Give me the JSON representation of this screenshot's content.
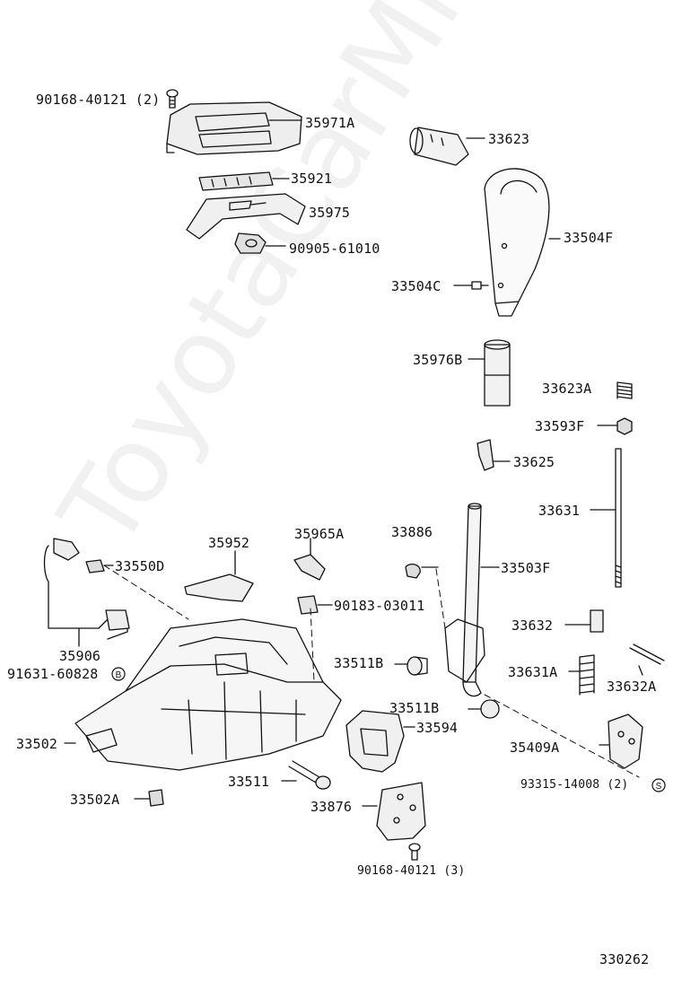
{
  "watermark": "ToyotaCarMine.ru",
  "diagram_number": "330262",
  "labels": {
    "p_90168_top": "90168-40121 (2)",
    "p_35971A": "35971A",
    "p_35921": "35921",
    "p_35975": "35975",
    "p_90905": "90905-61010",
    "p_33623": "33623",
    "p_33504F": "33504F",
    "p_33504C": "33504C",
    "p_35976B": "35976B",
    "p_33623A": "33623A",
    "p_33593F": "33593F",
    "p_33625": "33625",
    "p_33631": "33631",
    "p_35952": "35952",
    "p_35965A": "35965A",
    "p_33886": "33886",
    "p_33503F": "33503F",
    "p_33550D": "33550D",
    "p_90183": "90183-03011",
    "p_33632": "33632",
    "p_35906": "35906",
    "p_91631": "91631-60828",
    "p_33511B_1": "33511B",
    "p_33631A": "33631A",
    "p_33632A": "33632A",
    "p_33511B_2": "33511B",
    "p_33594": "33594",
    "p_33502": "33502",
    "p_35409A": "35409A",
    "p_93315": "93315-14008 (2)",
    "p_33502A": "33502A",
    "p_33511": "33511",
    "p_33876": "33876",
    "p_90168_bot": "90168-40121 (3)"
  },
  "markers": {
    "b": "B",
    "s": "S"
  }
}
